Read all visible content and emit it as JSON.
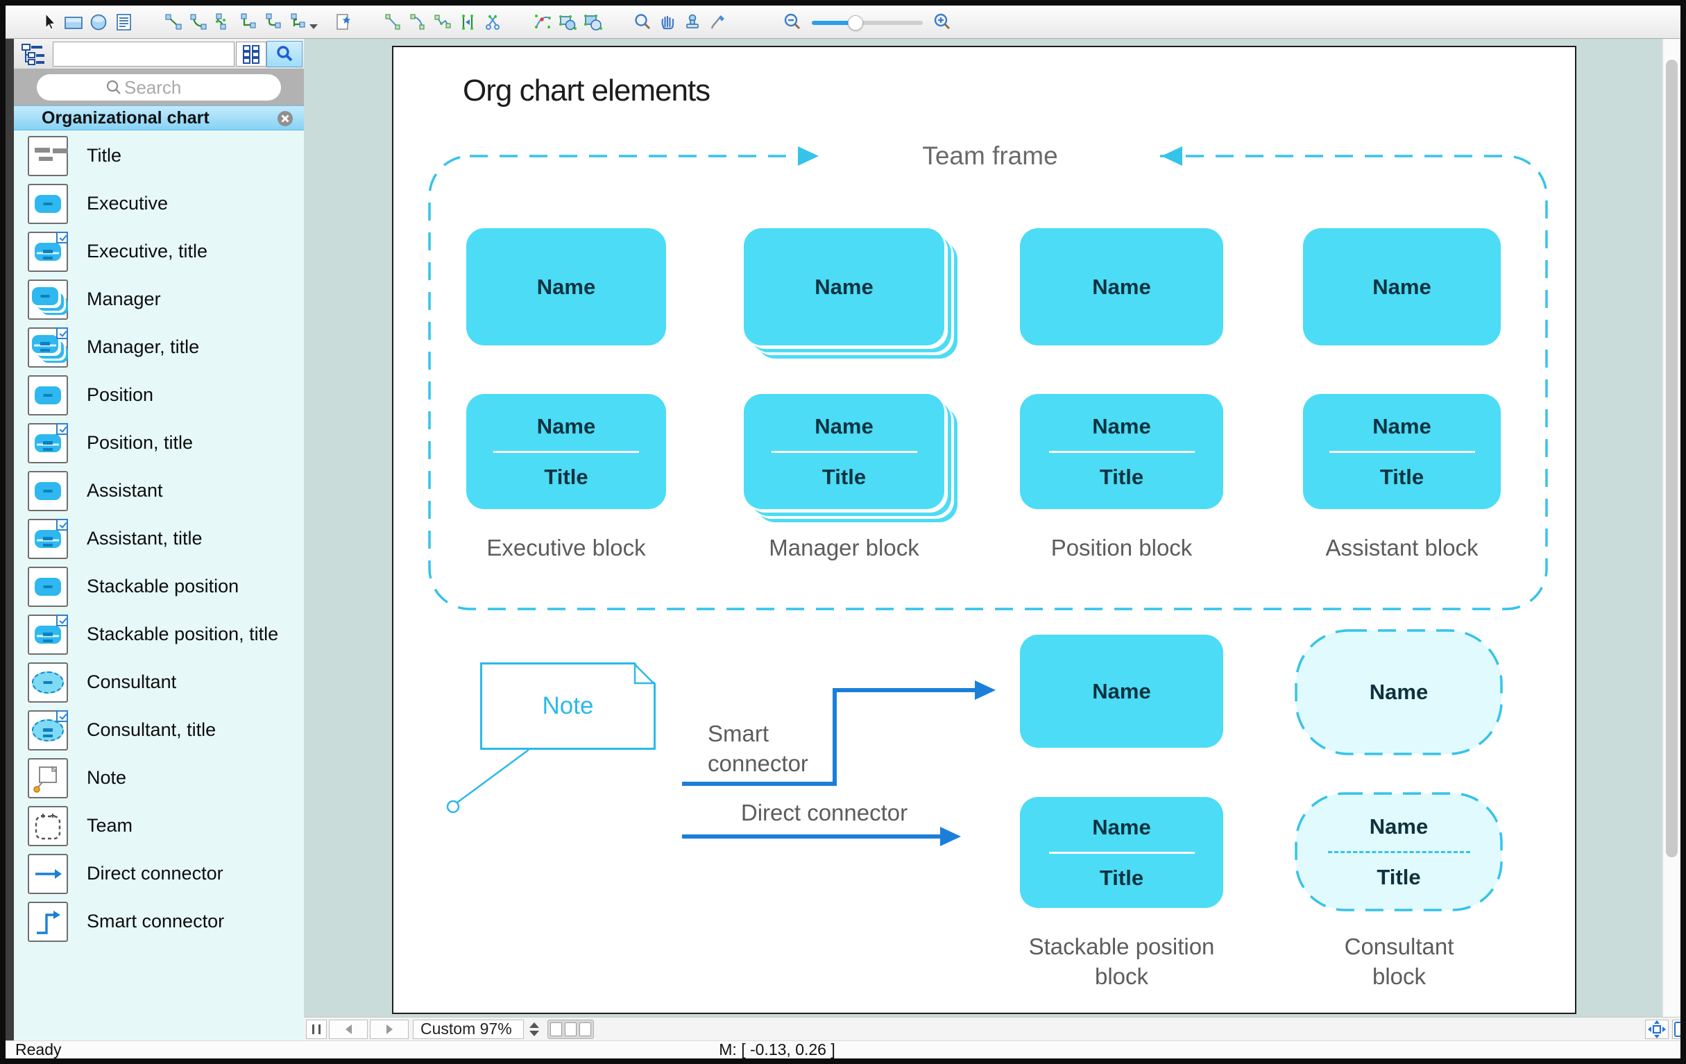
{
  "colors": {
    "block_cyan": "#4cdcf5",
    "thumb_cyan": "#2eb8ef",
    "dash_cyan": "#35c3ea",
    "connector_blue": "#1b7fd9",
    "note_cyan": "#2ab9ea",
    "label_gray": "#5c5c5c",
    "panel_header_blue": "#9bdcf8"
  },
  "toolbar": {
    "icons": [
      "select-cursor",
      "rectangle-tool",
      "ellipse-tool",
      "text-block-tool",
      "direct-connector-tool",
      "arc-connector-tool",
      "bezier-connector-tool",
      "elbow-connector-tool",
      "rounded-connector-tool",
      "tree-connector-tool",
      "connector-options-dropdown",
      "new-shape-tool",
      "line-tool",
      "arc-tool",
      "polyline-tool",
      "split-tool",
      "scissors-tool",
      "reshape-tool",
      "union-shapes-tool",
      "subtract-shapes-tool",
      "zoom-tool",
      "pan-tool",
      "stamp-tool",
      "eyedropper-tool",
      "zoom-out",
      "zoom-slider",
      "zoom-in"
    ]
  },
  "sidebar": {
    "search_placeholder": "Search",
    "panel_title": "Organizational chart",
    "items": [
      {
        "label": "Title"
      },
      {
        "label": "Executive"
      },
      {
        "label": "Executive, title"
      },
      {
        "label": "Manager"
      },
      {
        "label": "Manager, title"
      },
      {
        "label": "Position"
      },
      {
        "label": "Position, title"
      },
      {
        "label": "Assistant"
      },
      {
        "label": "Assistant, title"
      },
      {
        "label": "Stackable position"
      },
      {
        "label": "Stackable position, title"
      },
      {
        "label": "Consultant"
      },
      {
        "label": "Consultant, title"
      },
      {
        "label": "Note"
      },
      {
        "label": "Team"
      },
      {
        "label": "Direct connector"
      },
      {
        "label": "Smart connector"
      }
    ]
  },
  "canvas": {
    "page_title": "Org chart elements",
    "team_frame_label": "Team frame",
    "name_label": "Name",
    "title_label": "Title",
    "note_label": "Note",
    "block_labels": {
      "executive": "Executive block",
      "manager": "Manager block",
      "position": "Position block",
      "assistant": "Assistant block",
      "stackable_line1": "Stackable position",
      "stackable_line2": "block",
      "consultant_line1": "Consultant",
      "consultant_line2": "block"
    },
    "connector_labels": {
      "smart_line1": "Smart",
      "smart_line2": "connector",
      "direct": "Direct connector"
    }
  },
  "hscroll": {
    "zoom_value": "Custom 97%"
  },
  "statusbar": {
    "ready": "Ready",
    "coords": "M: [ -0.13, 0.26 ]"
  }
}
